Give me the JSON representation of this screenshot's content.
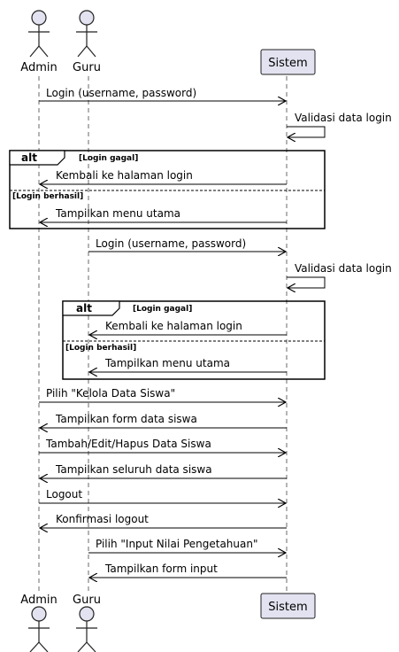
{
  "participants": {
    "admin": "Admin",
    "guru": "Guru",
    "sistem": "Sistem"
  },
  "alt_label": "alt",
  "messages": [
    {
      "from": "admin",
      "to": "sistem",
      "text": "Login (username, password)"
    },
    {
      "from": "sistem",
      "to": "sistem",
      "text": "Validasi data login"
    },
    {
      "from": "sistem",
      "to": "admin",
      "text": "Kembali ke halaman login"
    },
    {
      "from": "sistem",
      "to": "admin",
      "text": "Tampilkan menu utama"
    },
    {
      "from": "guru",
      "to": "sistem",
      "text": "Login (username, password)"
    },
    {
      "from": "sistem",
      "to": "sistem",
      "text": "Validasi data login"
    },
    {
      "from": "sistem",
      "to": "guru",
      "text": "Kembali ke halaman login"
    },
    {
      "from": "sistem",
      "to": "guru",
      "text": "Tampilkan menu utama"
    },
    {
      "from": "admin",
      "to": "sistem",
      "text": "Pilih \"Kelola Data Siswa\""
    },
    {
      "from": "sistem",
      "to": "admin",
      "text": "Tampilkan form data siswa"
    },
    {
      "from": "admin",
      "to": "sistem",
      "text": "Tambah/Edit/Hapus Data Siswa"
    },
    {
      "from": "sistem",
      "to": "admin",
      "text": "Tampilkan seluruh data siswa"
    },
    {
      "from": "admin",
      "to": "sistem",
      "text": "Logout"
    },
    {
      "from": "sistem",
      "to": "admin",
      "text": "Konfirmasi logout"
    },
    {
      "from": "guru",
      "to": "sistem",
      "text": "Pilih \"Input Nilai Pengetahuan\""
    },
    {
      "from": "sistem",
      "to": "guru",
      "text": "Tampilkan form input"
    }
  ],
  "fragments": [
    {
      "type": "alt",
      "guards": [
        "[Login gagal]",
        "[Login berhasil]"
      ]
    },
    {
      "type": "alt",
      "guards": [
        "[Login gagal]",
        "[Login berhasil]"
      ]
    }
  ]
}
